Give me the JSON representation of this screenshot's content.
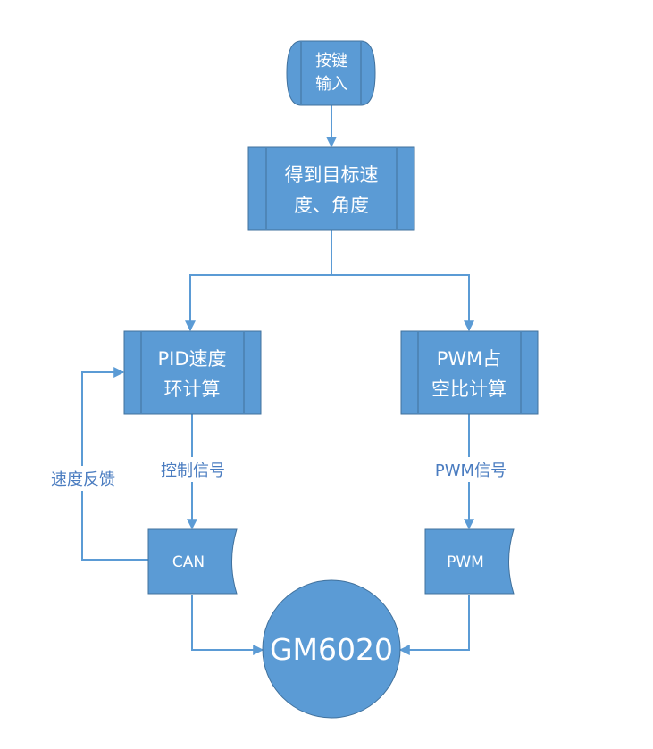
{
  "colors": {
    "fill": "#5b9bd5",
    "stroke": "#41719c",
    "line": "#5b9bd5",
    "label": "#4a7cc0"
  },
  "nodes": {
    "key_input": [
      "按键",
      "输入"
    ],
    "target": [
      "得到目标速",
      "度、角度"
    ],
    "pid": [
      "PID速度",
      "环计算"
    ],
    "pwm_calc": [
      "PWM占",
      "空比计算"
    ],
    "can": "CAN",
    "pwm": "PWM",
    "motor": "GM6020"
  },
  "edges": {
    "control_signal": "控制信号",
    "pwm_signal": "PWM信号",
    "speed_feedback": "速度反馈"
  }
}
